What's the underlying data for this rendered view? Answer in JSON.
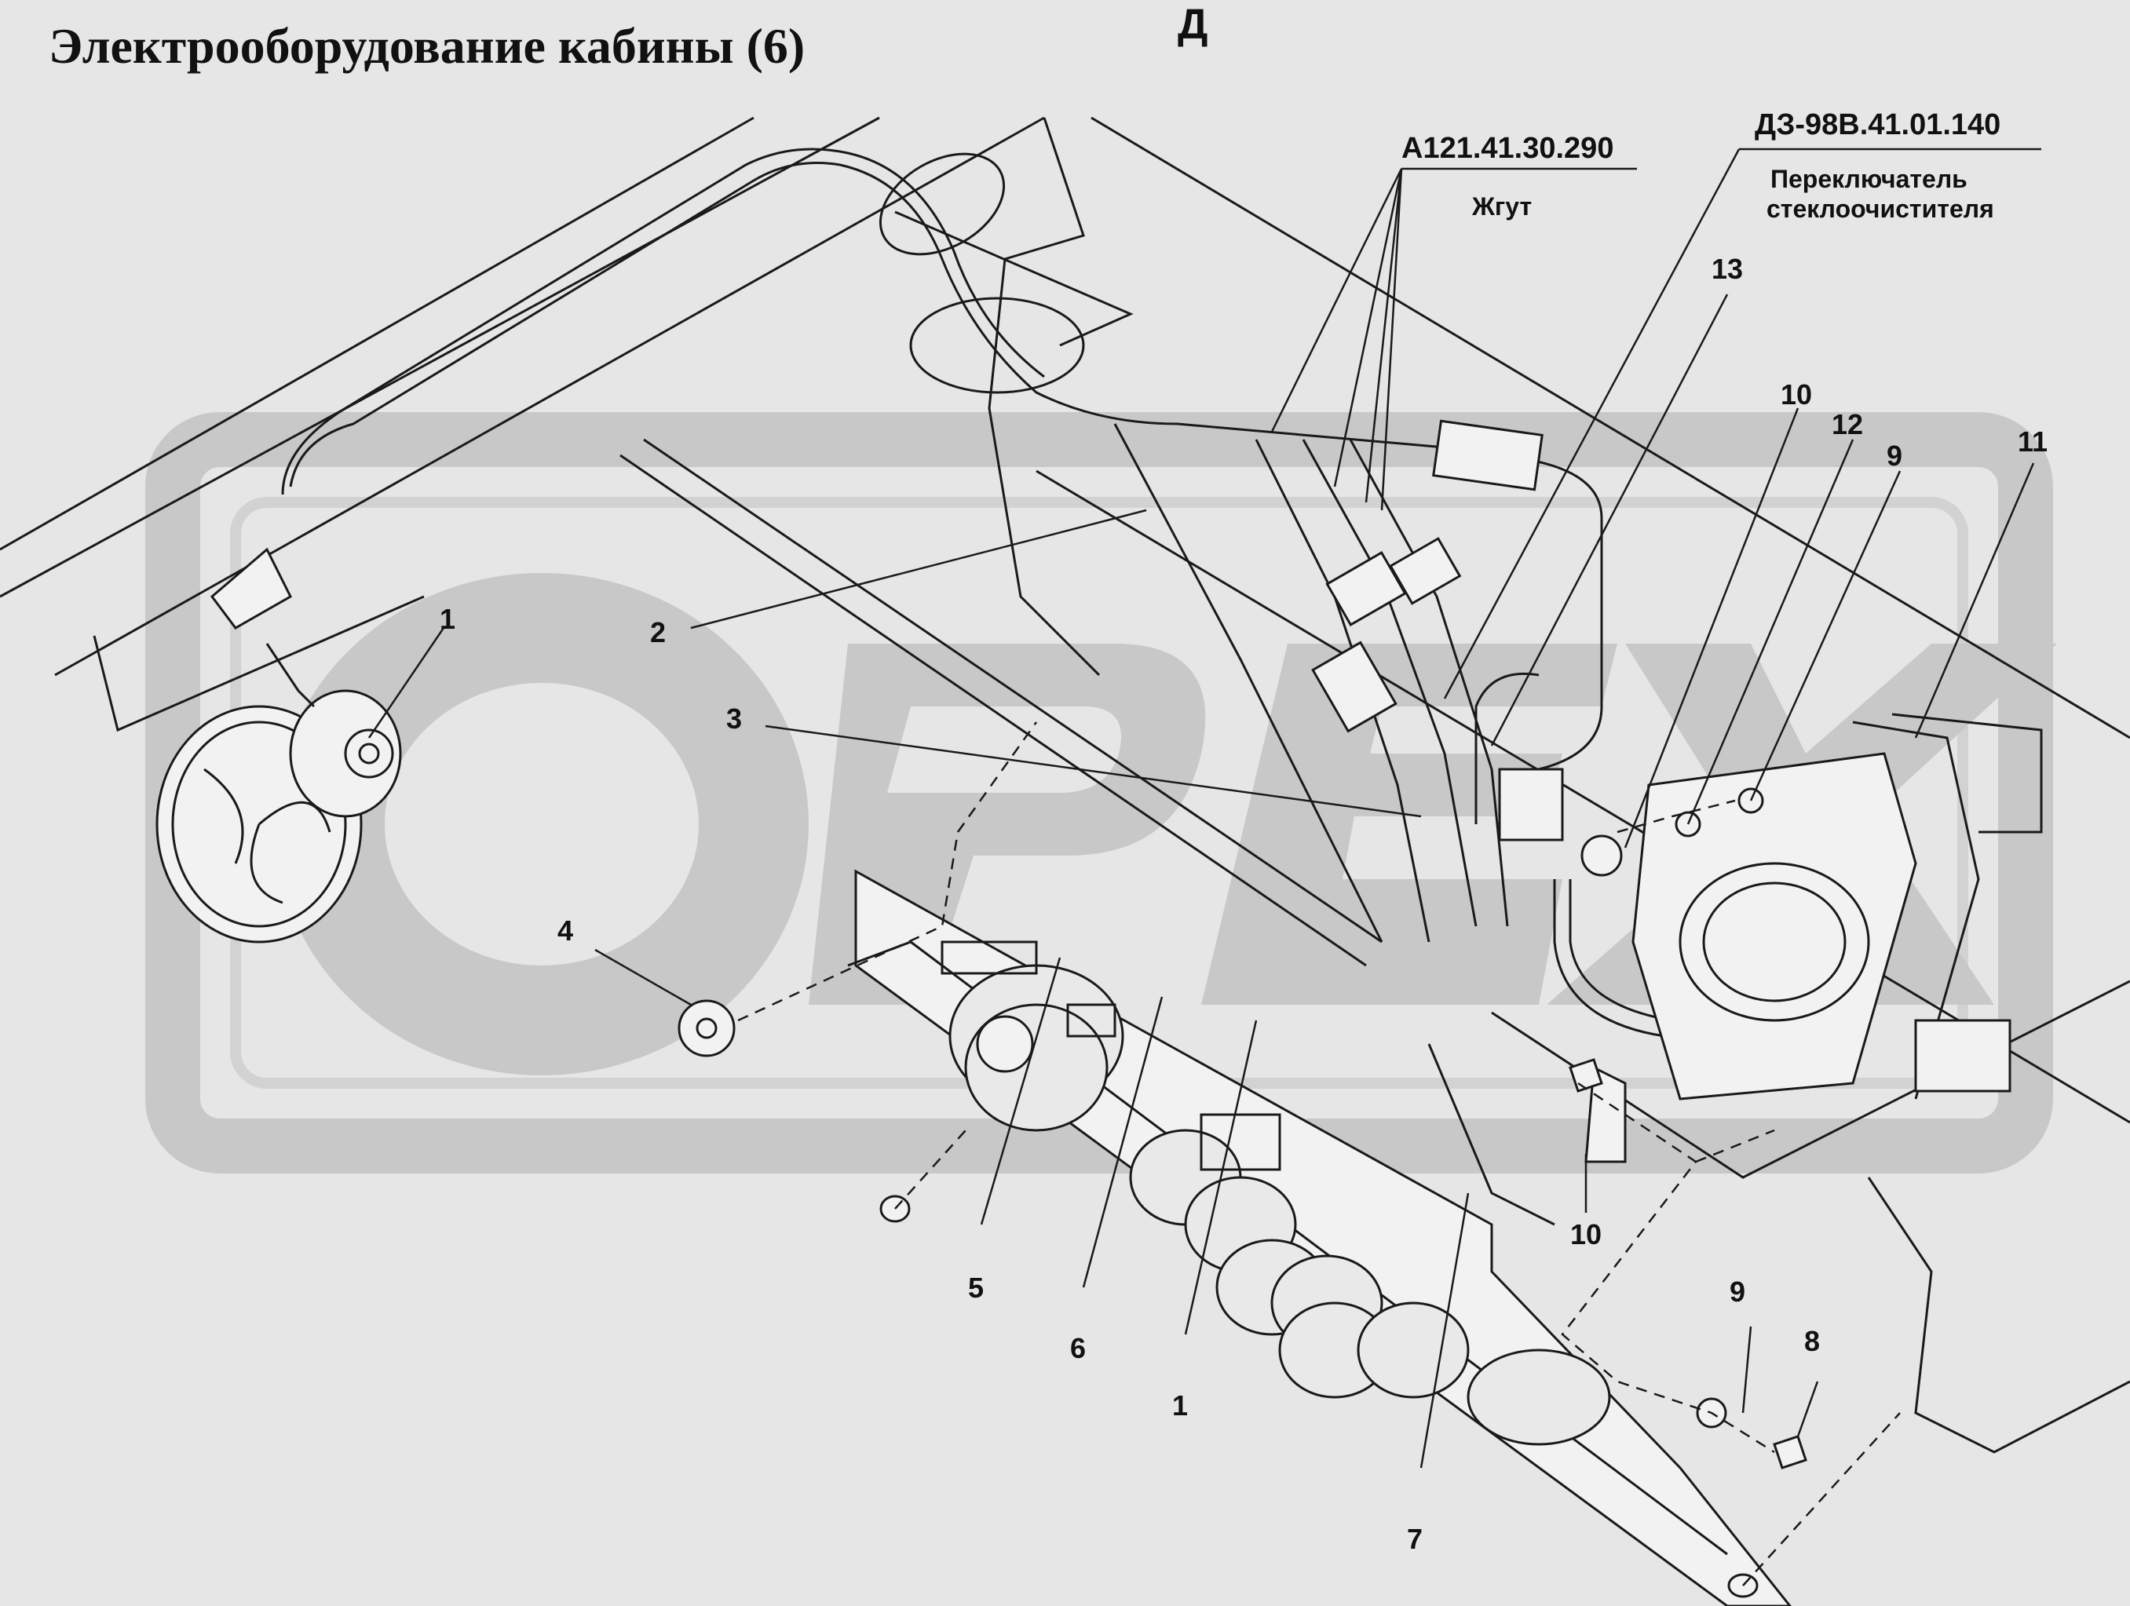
{
  "title": "Электрооборудование кабины (6)",
  "view_letter": "Д",
  "watermark": "ОРЕХ",
  "parts": [
    {
      "code": "А121.41.30.290",
      "name": "Жгут"
    },
    {
      "code": "ДЗ-98В.41.01.140",
      "name_line1": "Переключатель",
      "name_line2": "стеклоочистителя"
    }
  ],
  "callouts": [
    "1",
    "2",
    "3",
    "4",
    "5",
    "6",
    "1",
    "7",
    "8",
    "9",
    "9",
    "10",
    "10",
    "11",
    "12",
    "13"
  ],
  "colors": {
    "background": "#e6e6e6",
    "watermark": "#c6c6c6",
    "line": "#1a1a1a",
    "panel": "#f2f2f2"
  }
}
